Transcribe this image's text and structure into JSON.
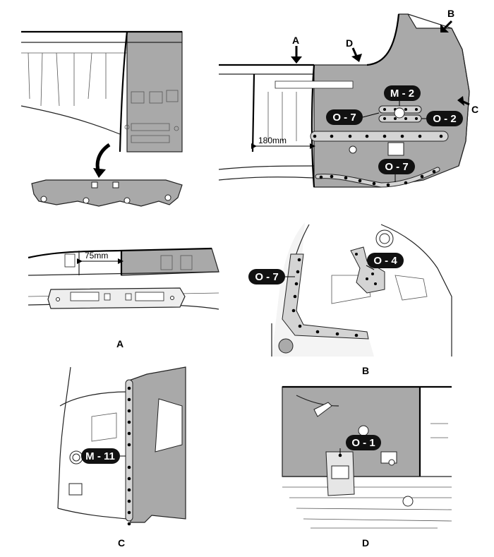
{
  "colors": {
    "panel": "#a9a9a9",
    "tag": "#111111",
    "line": "#222222"
  },
  "labels": {
    "o7_top": "O - 7",
    "m2": "M - 2",
    "o2": "O - 2",
    "o7_bottom": "O - 7",
    "o4": "O - 4",
    "o7_b": "O - 7",
    "m11": "M - 11",
    "o1": "O - 1"
  },
  "dimensions": {
    "d180": "180mm",
    "d75": "75mm"
  },
  "arrows": {
    "a": "A",
    "b": "B",
    "c": "C",
    "d": "D"
  },
  "captions": {
    "a": "A",
    "b": "B",
    "c": "C",
    "d": "D"
  }
}
